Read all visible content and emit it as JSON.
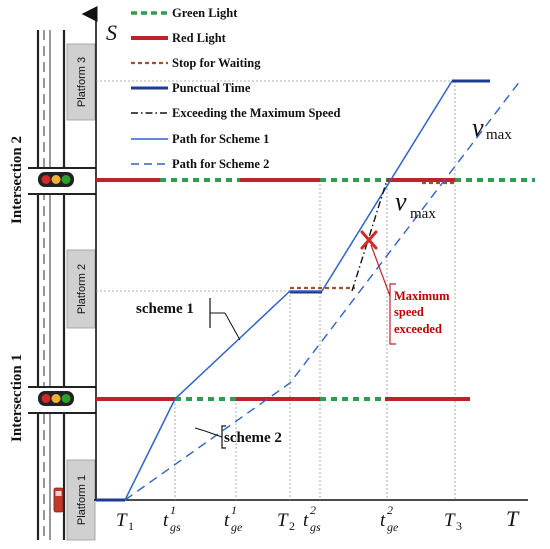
{
  "axes": {
    "y_label": "S",
    "x_label": "T",
    "x_ticks": [
      {
        "main": "T",
        "sub": "1",
        "sup": ""
      },
      {
        "main": "t",
        "sub": "gs",
        "sup": "1"
      },
      {
        "main": "t",
        "sub": "ge",
        "sup": "1"
      },
      {
        "main": "T",
        "sub": "2",
        "sup": ""
      },
      {
        "main": "t",
        "sub": "gs",
        "sup": "2"
      },
      {
        "main": "t",
        "sub": "ge",
        "sup": "2"
      },
      {
        "main": "T",
        "sub": "3",
        "sup": ""
      }
    ]
  },
  "legend": [
    {
      "key": "green",
      "label": "Green Light",
      "color": "#2e9d4f"
    },
    {
      "key": "red",
      "label": "Red Light",
      "color": "#c0222a"
    },
    {
      "key": "stop",
      "label": "Stop for Waiting",
      "color": "#a0522d"
    },
    {
      "key": "punctual",
      "label": "Punctual Time",
      "color": "#1f3a93"
    },
    {
      "key": "exceed",
      "label": "Exceeding the Maximum Speed",
      "color": "#111111"
    },
    {
      "key": "path1",
      "label": "Path for Scheme 1",
      "color": "#2f63c9"
    },
    {
      "key": "path2",
      "label": "Path for Scheme 2",
      "color": "#2f63c9"
    }
  ],
  "road": {
    "intersections": [
      "Intersection 2",
      "Intersection 1"
    ],
    "platforms": [
      "Platform 3",
      "Platform 2",
      "Platform 1"
    ]
  },
  "annotations": {
    "scheme1": "scheme 1",
    "scheme2": "scheme 2",
    "vmax_main": "v",
    "vmax_sub": "max",
    "note_lines": [
      "Maximum",
      "speed",
      "exceeded"
    ]
  }
}
